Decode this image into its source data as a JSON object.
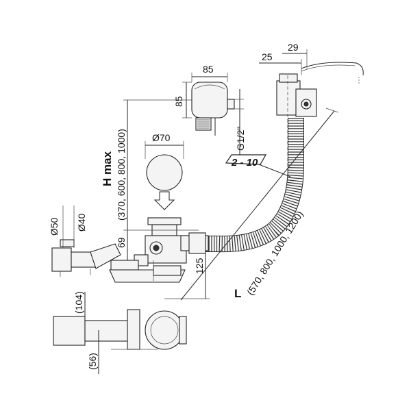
{
  "labels": {
    "dim_85_top": "85",
    "dim_85_side": "85",
    "dim_29": "29",
    "dim_25": "25",
    "dim_g12": "G1/2\"",
    "dim_o70": "Ø70",
    "dim_2_10": "2 - 10",
    "h_max": "H max",
    "h_values": "(370, 600, 800, 1000)",
    "dim_o50": "Ø50",
    "dim_o40": "Ø40",
    "dim_69": "69",
    "dim_125": "125",
    "l_label": "L",
    "l_values": "(570, 800, 1000, 1200)",
    "dim_104": "(104)",
    "dim_56": "(56)"
  }
}
